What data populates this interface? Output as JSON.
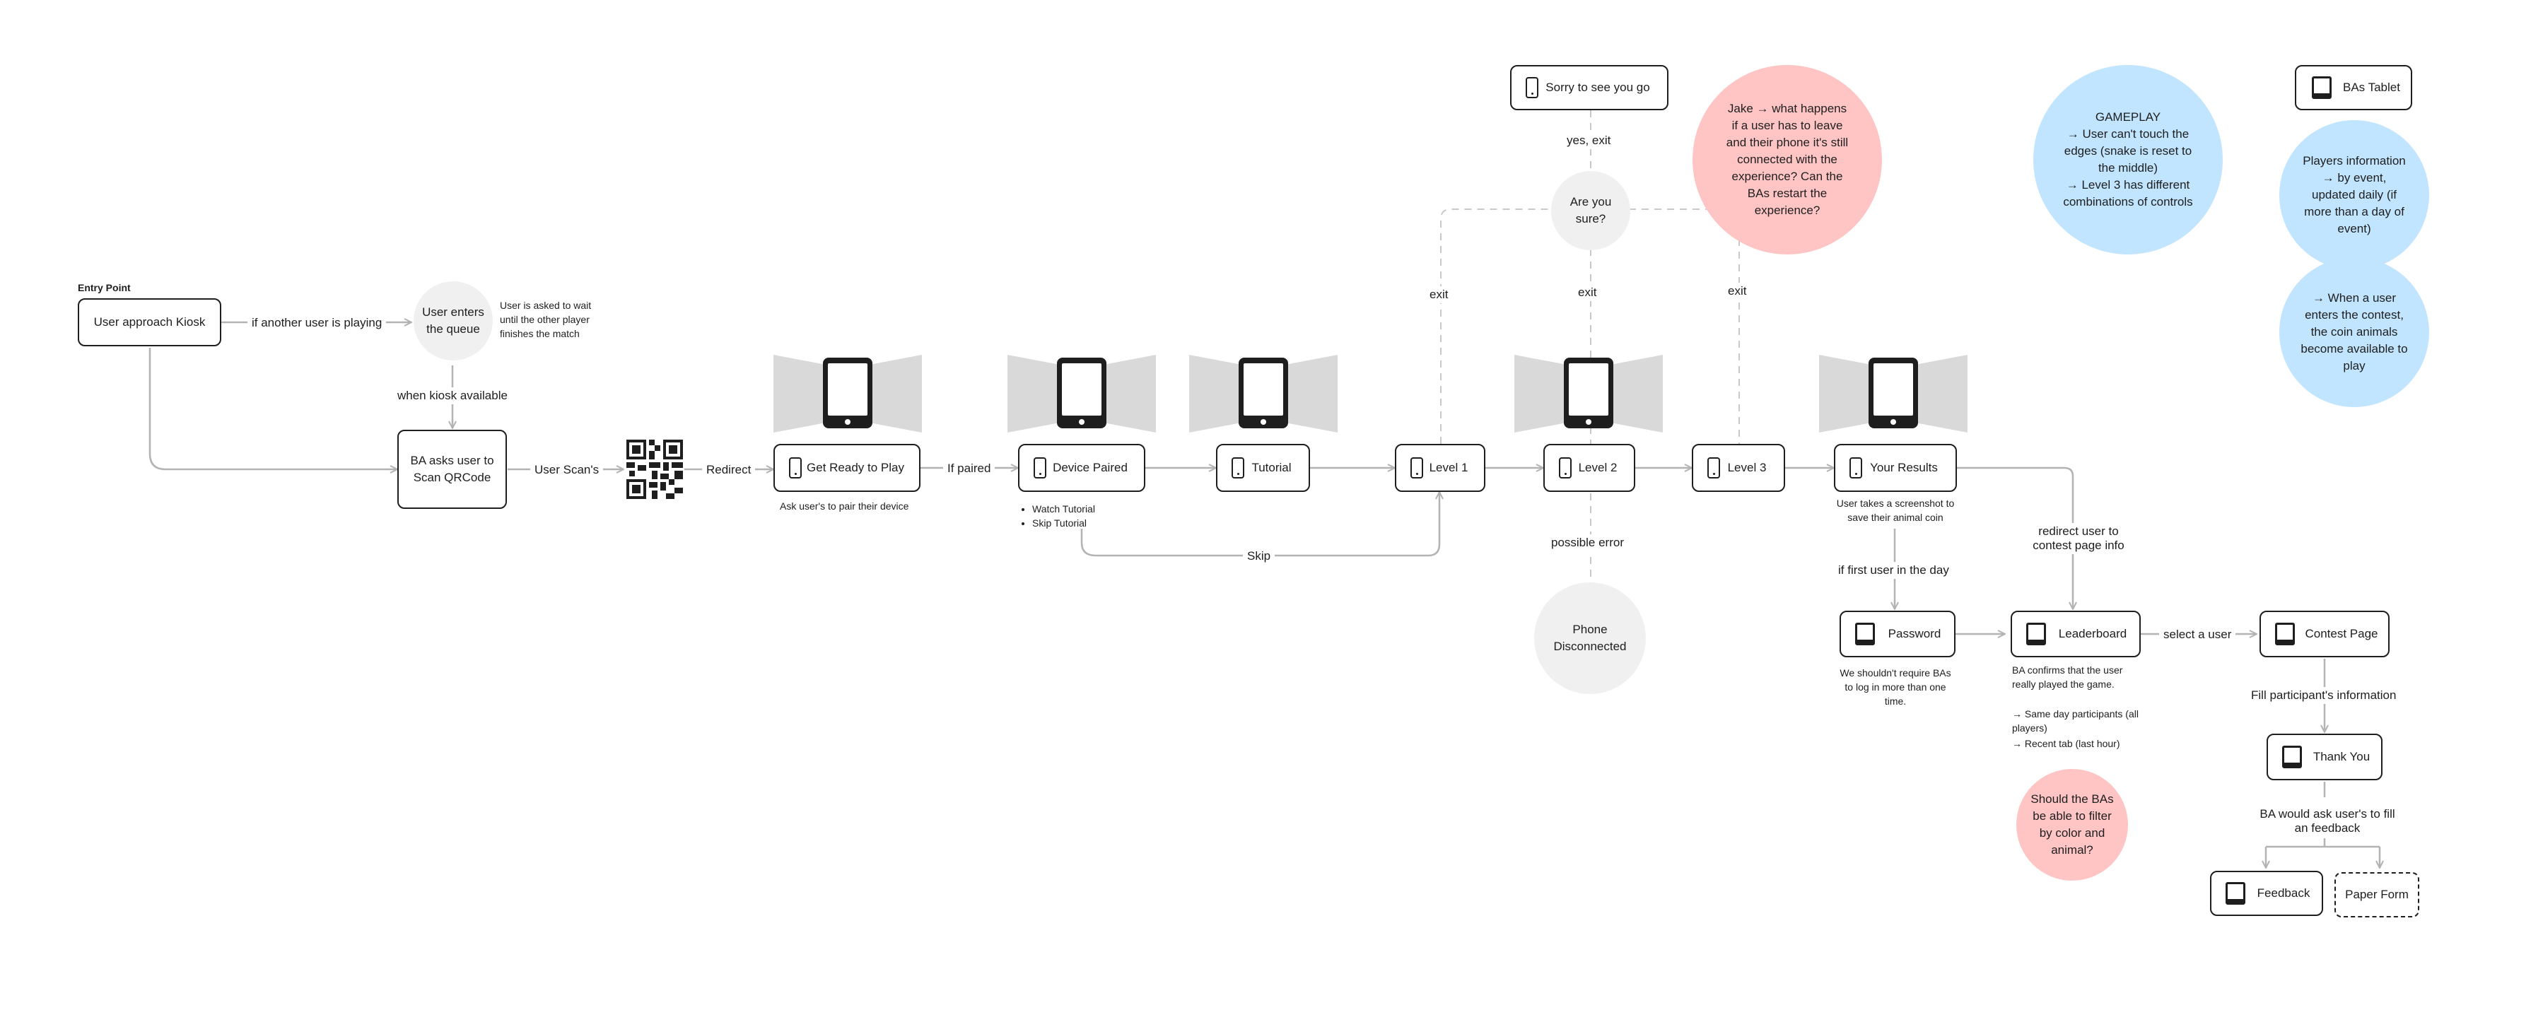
{
  "entry_label": "Entry Point",
  "nodes": {
    "kiosk": "User approach Kiosk",
    "queue": "User enters the queue",
    "scan": "BA asks user to Scan QRCode",
    "get_ready": "Get Ready to Play",
    "device_paired": "Device Paired",
    "tutorial": "Tutorial",
    "level1": "Level 1",
    "level2": "Level 2",
    "level3": "Level 3",
    "results": "Your Results",
    "sorry": "Sorry to see you go",
    "are_you_sure": "Are you sure?",
    "phone_disconnected": "Phone Disconnected",
    "password": "Password",
    "leaderboard": "Leaderboard",
    "contest_page": "Contest Page",
    "thank_you": "Thank You",
    "feedback": "Feedback",
    "paper_form": "Paper Form",
    "bas_tablet": "BAs Tablet"
  },
  "edge_labels": {
    "another_playing": "if another user is playing",
    "kiosk_available": "when kiosk available",
    "user_scans": "User Scan's",
    "redirect": "Redirect",
    "if_paired": "If paired",
    "skip": "Skip",
    "yes_exit": "yes, exit",
    "exit1": "exit",
    "exit2": "exit",
    "exit3": "exit",
    "possible_error": "possible error",
    "redirect_contest": "redirect user to contest page info",
    "first_user": "if first user in the day",
    "select_user": "select a user",
    "fill_info": "Fill participant's information",
    "ba_ask": "BA would ask user's to fill an feedback"
  },
  "notes": {
    "wait": "User is asked to wait until the other player finishes the match",
    "pair": "Ask user's to pair their device",
    "tutorial_options": [
      "Watch Tutorial",
      "Skip Tutorial"
    ],
    "screenshot": "User takes a screenshot to save their animal coin",
    "password_note": "We shouldn't require BAs to log in more than one time.",
    "leaderboard_note": "BA confirms that the user really played the game.",
    "leaderboard_tabs": [
      "→ Same day participants (all players)",
      "→ Recent tab (last hour)"
    ]
  },
  "bubbles": {
    "jake": "Jake → what happens if a user has to leave and their phone it's still connected with the experience? Can the BAs restart the experience?",
    "gameplay": "GAMEPLAY\n→ User can't touch the edges (snake is reset to the middle)\n→ Level 3 has different combinations of controls",
    "players_info": "Players information → by event, updated daily (if more than a day of event)",
    "coin_animals": "→ When a user enters the contest, the coin animals become available to play",
    "filter": "Should the BAs be able to filter by color and animal?"
  },
  "colors": {
    "stroke": "#1e1e1e",
    "connector": "#b3b3b3",
    "grey_bubble": "#f0f0f0",
    "red_bubble": "#ffc5c5",
    "blue_bubble": "#c2e5ff",
    "tablet_wing": "#d9d9d9"
  }
}
